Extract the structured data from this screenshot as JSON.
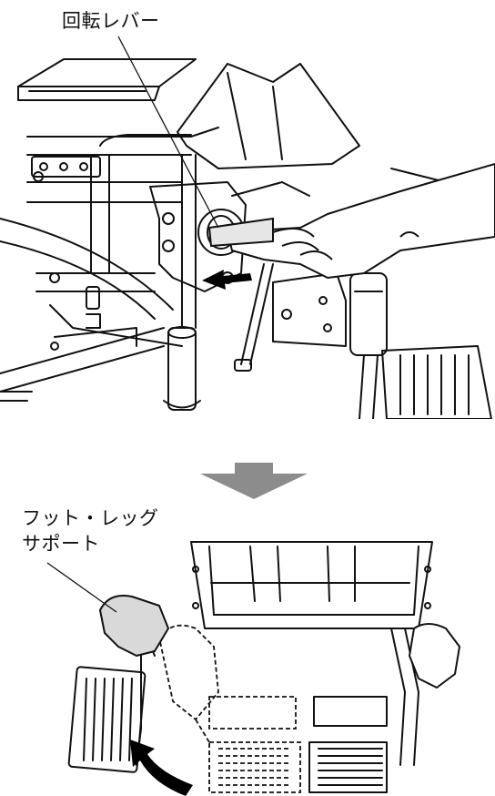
{
  "labels": {
    "rotation_lever": "回転レバー",
    "footrest_line1": "フット・レッグ",
    "footrest_line2": "サポート"
  },
  "colors": {
    "arrow_gray": "#8c8c8c",
    "ink": "#111111",
    "hand_fill": "#d9d9d9",
    "arrow_black": "#000000"
  }
}
